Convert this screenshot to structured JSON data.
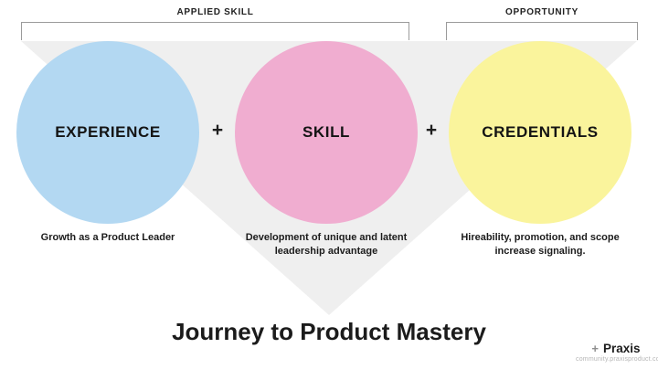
{
  "brackets": [
    {
      "label": "APPLIED SKILL"
    },
    {
      "label": "OPPORTUNITY"
    }
  ],
  "circles": [
    {
      "label": "EXPERIENCE",
      "description": "Growth as a Product Leader",
      "color": "#b3d8f2"
    },
    {
      "label": "SKILL",
      "description": "Development of unique and latent leadership advantage",
      "color": "#f0add0"
    },
    {
      "label": "CREDENTIALS",
      "description": "Hireability, promotion, and scope increase signaling.",
      "color": "#faf49c"
    }
  ],
  "separators": {
    "plus": "+"
  },
  "title": "Journey to Product Mastery",
  "footer": {
    "logo_plus": "+",
    "logo_text": "Praxis",
    "url": "community.praxisproduct.com"
  },
  "colors": {
    "triangle": "#efefef",
    "bracket_border": "#9b9b9b",
    "text": "#1c1c1c"
  }
}
